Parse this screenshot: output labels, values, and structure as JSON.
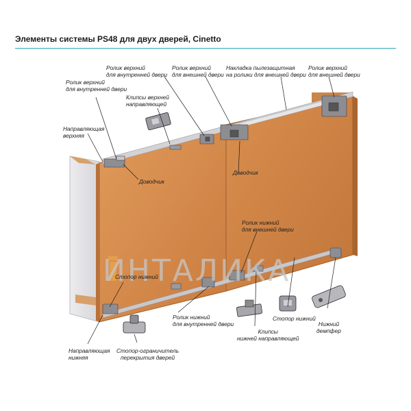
{
  "title": "Элементы системы PS48 для двух дверей, Cinetto",
  "labels": {
    "roller_top_inner_left": [
      "Ролик верхний",
      "для внутренней двери"
    ],
    "guide_top": [
      "Направляющая",
      "верхняя"
    ],
    "roller_top_inner_mid": [
      "Ролик верхний",
      "для внутренней двери"
    ],
    "clips_top": [
      "Клипсы верхней",
      "направляющей"
    ],
    "roller_top_outer_mid": [
      "Ролик верхний",
      "для внешней двери"
    ],
    "cover_dust": [
      "Накладка пылезащитная",
      "на ролики для внешней двери"
    ],
    "roller_top_outer_right": [
      "Ролик верхний",
      "для внешней двери"
    ],
    "closer_left": "Доводчик",
    "closer_mid": "Доводчик",
    "roller_bottom_outer": [
      "Ролик нижний",
      "для внешней двери"
    ],
    "stopper_bottom_left": "Стопор нижний",
    "roller_bottom_inner": [
      "Ролик нижний",
      "для внутренней двери"
    ],
    "guide_bottom": [
      "Направляющая",
      "нижняя"
    ],
    "stopper_overlap": [
      "Стопор-ограничитель",
      "перекрытия дверей"
    ],
    "clips_bottom": [
      "Клипсы",
      "нижней направляющей"
    ],
    "stopper_bottom_right": "Стопор нижний",
    "damper_bottom": [
      "Нижний",
      "демпфер"
    ]
  },
  "watermark": "ИНТАЛИКА",
  "colors": {
    "accent": "#2aa7b8",
    "door": "#d98f4f",
    "door_dark": "#b8713a",
    "cabinet_side": "#e8e8ea",
    "watermark_logo": "#e8a24a"
  }
}
